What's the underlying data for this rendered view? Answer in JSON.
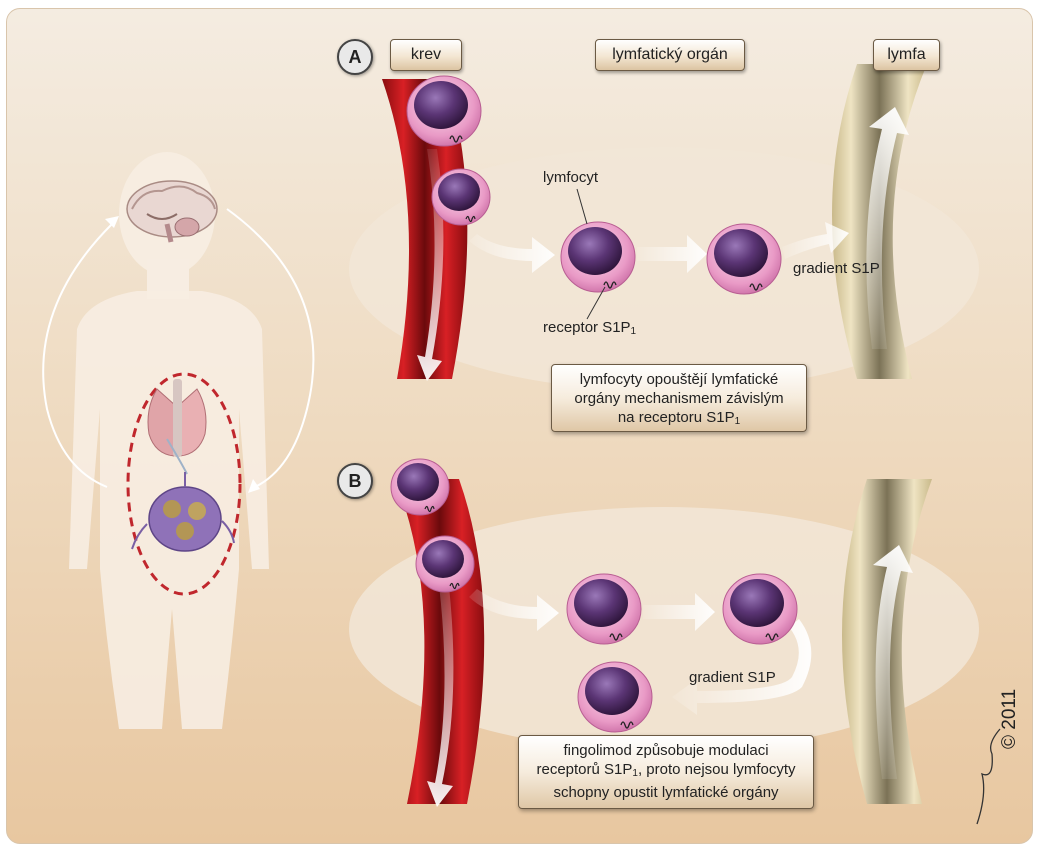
{
  "panel_a": {
    "marker": "A"
  },
  "panel_b": {
    "marker": "B"
  },
  "headers": {
    "blood": "krev",
    "organ": "lymfatický orgán",
    "lymph": "lymfa"
  },
  "labels": {
    "lymphocyte": "lymfocyt",
    "receptor_main": "receptor S1P",
    "receptor_sub": "1",
    "gradient_a": "gradient S1P",
    "gradient_b": "gradient S1P"
  },
  "caption_a": {
    "line1": "lymfocyty opouštějí lymfatické",
    "line2": "orgány mechanismem závislým",
    "line3_main": "na receptoru S1P",
    "line3_sub": "1"
  },
  "caption_b": {
    "line1": "fingolimod způsobuje modulaci",
    "line2_pre": "receptorů S1P",
    "line2_sub": "1",
    "line2_post": ", proto nejsou lymfocyty",
    "line3": "schopny opustit lymfatické orgány"
  },
  "copyright": "© 2011",
  "colors": {
    "blood": "#c8181c",
    "lymph_vessel": "#d8cba0",
    "cell_body": "#e79ac4",
    "nucleus": "#4a2a5e",
    "organ_oval": "#efe3d3",
    "body_silhouette": "#f7ede2",
    "dashed_outline": "#c0272d"
  }
}
